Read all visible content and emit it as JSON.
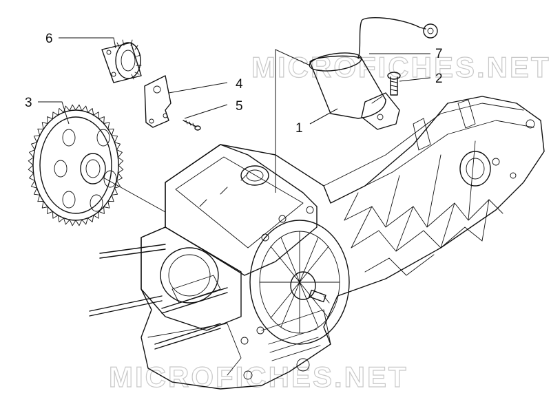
{
  "diagram": {
    "watermark_text": "MICROFICHES.NET",
    "callouts": [
      {
        "id": "1",
        "label": "1"
      },
      {
        "id": "2",
        "label": "2"
      },
      {
        "id": "3",
        "label": "3"
      },
      {
        "id": "4",
        "label": "4"
      },
      {
        "id": "5",
        "label": "5"
      },
      {
        "id": "6",
        "label": "6"
      },
      {
        "id": "7",
        "label": "7"
      }
    ]
  },
  "colors": {
    "line": "#111111",
    "watermark": "#c8c8c8",
    "background": "#ffffff"
  }
}
